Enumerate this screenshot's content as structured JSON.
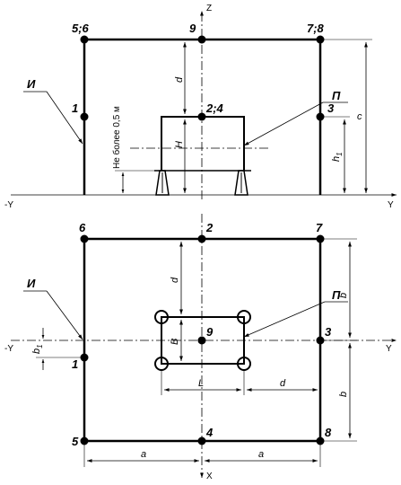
{
  "top_view": {
    "axes": {
      "z": "Z",
      "y_pos": "Y",
      "y_neg": "-Y"
    },
    "points": {
      "p56": "5;6",
      "p9": "9",
      "p78": "7;8",
      "p1": "1",
      "p24": "2;4",
      "p3": "3"
    },
    "callouts": {
      "enclosure": "И",
      "product": "П"
    },
    "dimensions": {
      "d": "d",
      "H": "H",
      "h1": "h",
      "h1_sub": "1",
      "c": "c"
    },
    "note": "Не более 0,5 м"
  },
  "bottom_view": {
    "axes": {
      "x": "X",
      "y_pos": "Y",
      "y_neg": "-Y"
    },
    "points": {
      "p6": "6",
      "p2": "2",
      "p7": "7",
      "p9": "9",
      "p3": "3",
      "p1": "1",
      "p5": "5",
      "p4": "4",
      "p8": "8"
    },
    "callouts": {
      "enclosure": "И",
      "product": "П"
    },
    "dimensions": {
      "d_top": "d",
      "B": "B",
      "b_top": "b",
      "b_bottom": "b",
      "b1": "b",
      "b1_sub": "1",
      "L": "L",
      "d_right": "d",
      "a_left": "a",
      "a_right": "a"
    }
  }
}
